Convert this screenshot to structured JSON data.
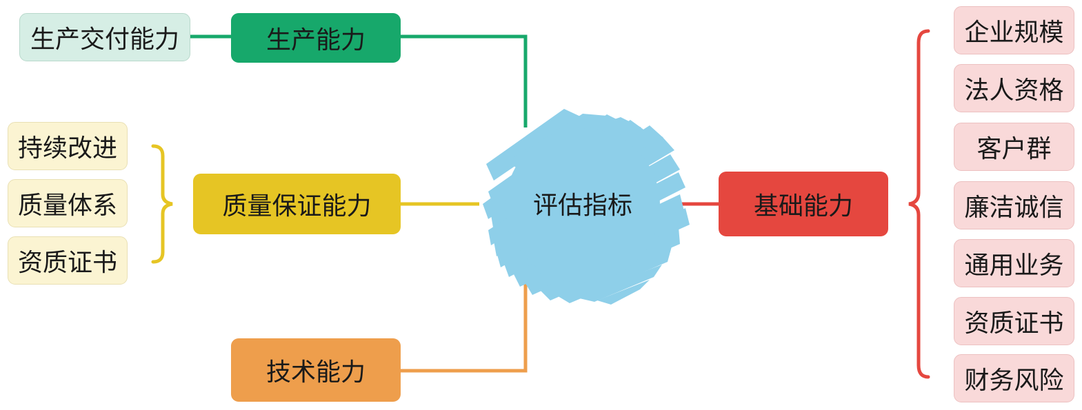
{
  "center": {
    "label": "评估指标",
    "color": "#8ecfe9"
  },
  "colors": {
    "green": "#17a86b",
    "yellow": "#e6c524",
    "orange": "#ee9e4c",
    "red": "#e5473f"
  },
  "branches": {
    "production": {
      "label": "生产能力",
      "leaves": [
        "生产交付能力"
      ]
    },
    "quality": {
      "label": "质量保证能力",
      "leaves": [
        "持续改进",
        "质量体系",
        "资质证书"
      ]
    },
    "technology": {
      "label": "技术能力",
      "leaves": []
    },
    "basic": {
      "label": "基础能力",
      "leaves": [
        "企业规模",
        "法人资格",
        "客户群",
        "廉洁诚信",
        "通用业务",
        "资质证书",
        "财务风险"
      ]
    }
  }
}
